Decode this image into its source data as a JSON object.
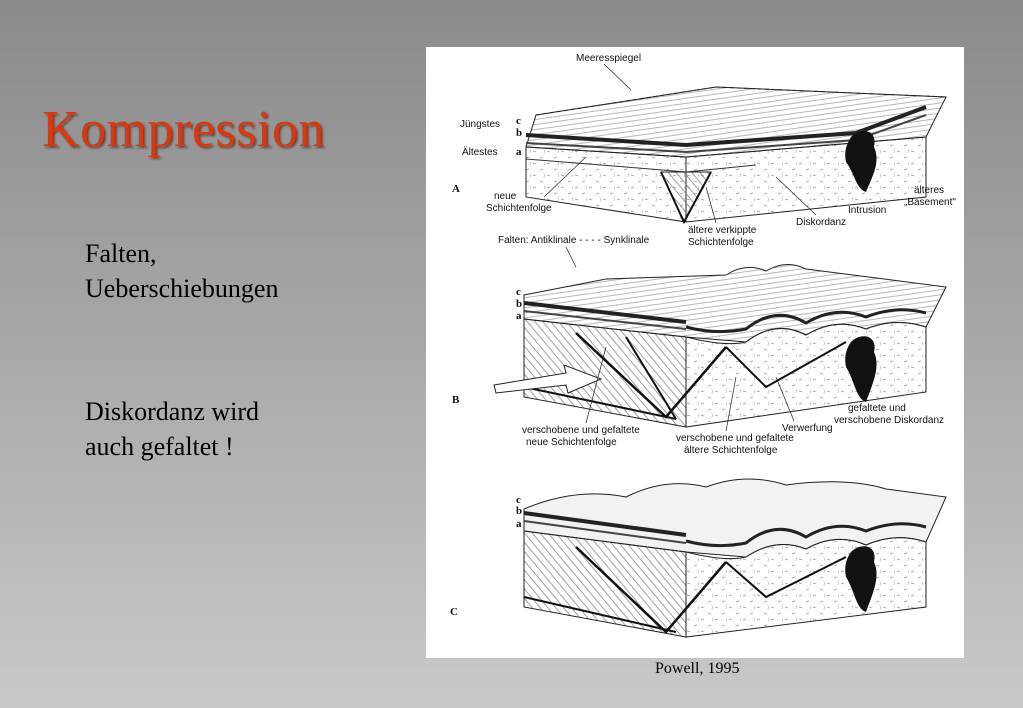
{
  "slide": {
    "title": "Kompression",
    "text_block_1": [
      "Falten,",
      "Ueberschiebungen"
    ],
    "text_block_2": [
      "Diskordanz wird",
      "auch gefaltet !"
    ],
    "credit": "Powell, 1995",
    "title_color": "#d83a0e"
  },
  "figure": {
    "top_label": "Meeresspiegel",
    "panels": [
      "A",
      "B",
      "C"
    ],
    "layer_letters": [
      "c",
      "b",
      "a"
    ],
    "panel_a": {
      "youngest": "Jüngstes",
      "oldest": "Ältestes",
      "new_sequence": [
        "neue",
        "Schichtenfolge"
      ],
      "older_tilted": [
        "ältere verkippte",
        "Schichtenfolge"
      ],
      "unconformity": "Diskordanz",
      "intrusion": "Intrusion",
      "basement": [
        "älteres",
        "„Basement\""
      ]
    },
    "panel_b": {
      "folds": "Falten: Antiklinale - - - - Synklinale",
      "displaced_new": [
        "verschobene und gefaltete",
        "neue Schichtenfolge"
      ],
      "displaced_old": [
        "verschobene und gefaltete",
        "ältere Schichtenfolge"
      ],
      "fault": "Verwerfung",
      "folded_unconformity": [
        "gefaltete und",
        "verschobene Diskordanz"
      ]
    }
  }
}
